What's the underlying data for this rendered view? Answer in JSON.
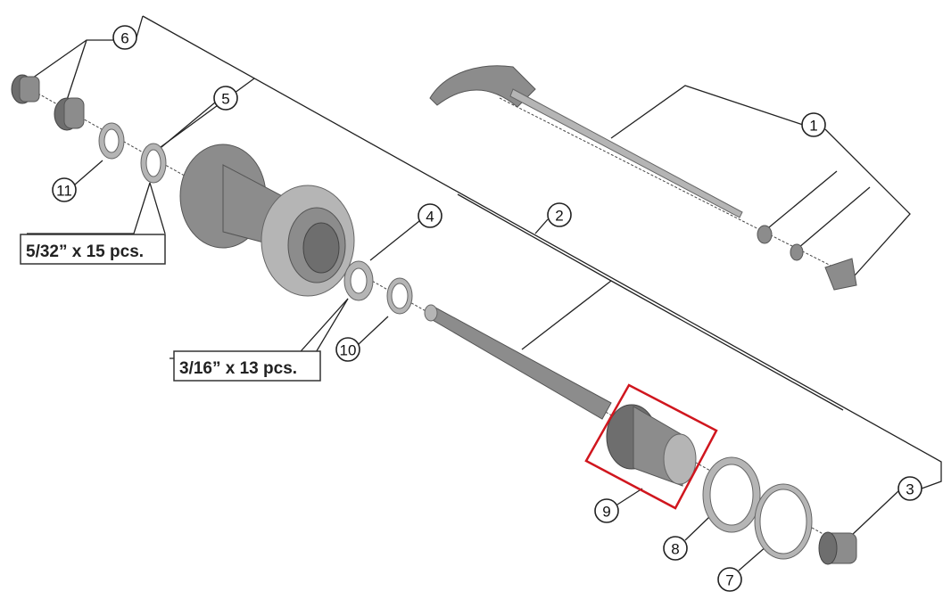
{
  "diagram": {
    "callouts": [
      "1",
      "2",
      "3",
      "4",
      "5",
      "6",
      "7",
      "8",
      "9",
      "10",
      "11"
    ],
    "notes": {
      "ball_small": "5/32” x 15 pcs.",
      "ball_large": "3/16” x 13 pcs."
    },
    "highlight_color": "#d0161e",
    "highlighted_part": "9"
  }
}
